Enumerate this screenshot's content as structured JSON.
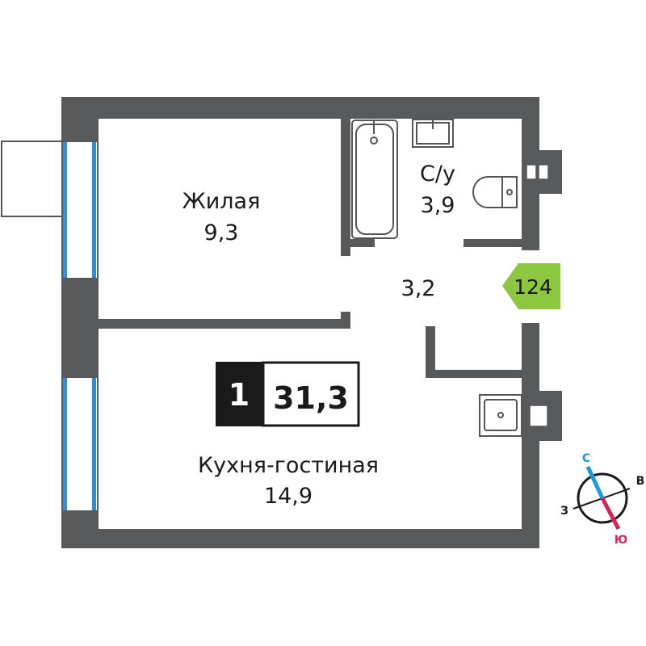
{
  "rooms": {
    "living": {
      "name": "Жилая",
      "area": "9,3"
    },
    "bathroom": {
      "name": "С/у",
      "area": "3,9"
    },
    "hallway": {
      "area": "3,2"
    },
    "kitchen": {
      "name": "Кухня-гостиная",
      "area": "14,9"
    }
  },
  "apartment": {
    "rooms_count": "1",
    "total_area": "31,3",
    "number": "124"
  },
  "compass": {
    "north": "С",
    "south": "Ю",
    "east": "В",
    "west": "З"
  },
  "colors": {
    "wall": "#58595b",
    "window": "#2f8fd8",
    "badge": "#8dc63f",
    "north": "#1a9ad6",
    "south": "#d1245d",
    "counter_bg": "#1a1a1a"
  }
}
